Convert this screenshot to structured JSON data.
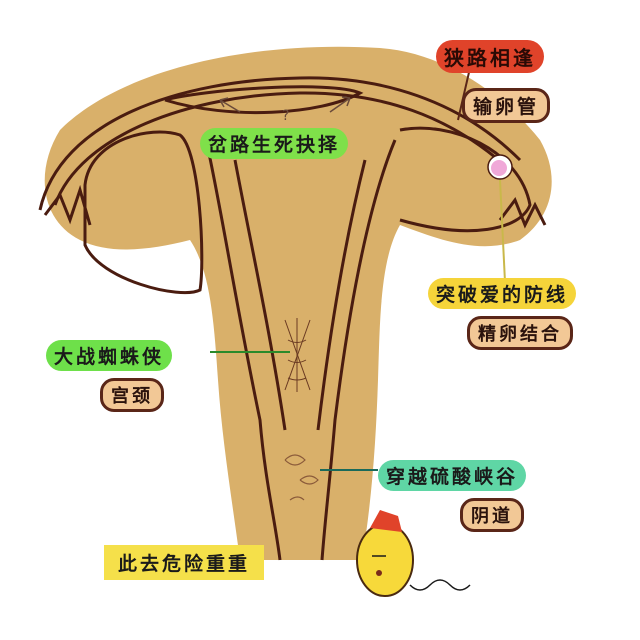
{
  "diagram": {
    "title": "Sperm journey through female reproductive tract",
    "colors": {
      "organ_fill": "#d9b06a",
      "organ_outline": "#4a1c10",
      "egg": "#f0a8d8",
      "sperm_body": "#f7d93a",
      "sperm_hat": "#e0432a"
    },
    "labels": {
      "narrow_road": "狭路相逢",
      "fallopian_tube": "输卵管",
      "fork_choice": "岔路生死抉择",
      "break_defense": "突破爱的防线",
      "fertilization": "精卵结合",
      "spider_battle": "大战蜘蛛侠",
      "cervix": "宫颈",
      "acid_canyon": "穿越硫酸峡谷",
      "vagina": "阴道",
      "danger_banner": "此去危险重重"
    },
    "icons": {
      "question_mark": "?",
      "arrows": [
        "arrow-up-left",
        "arrow-up-right"
      ]
    }
  }
}
